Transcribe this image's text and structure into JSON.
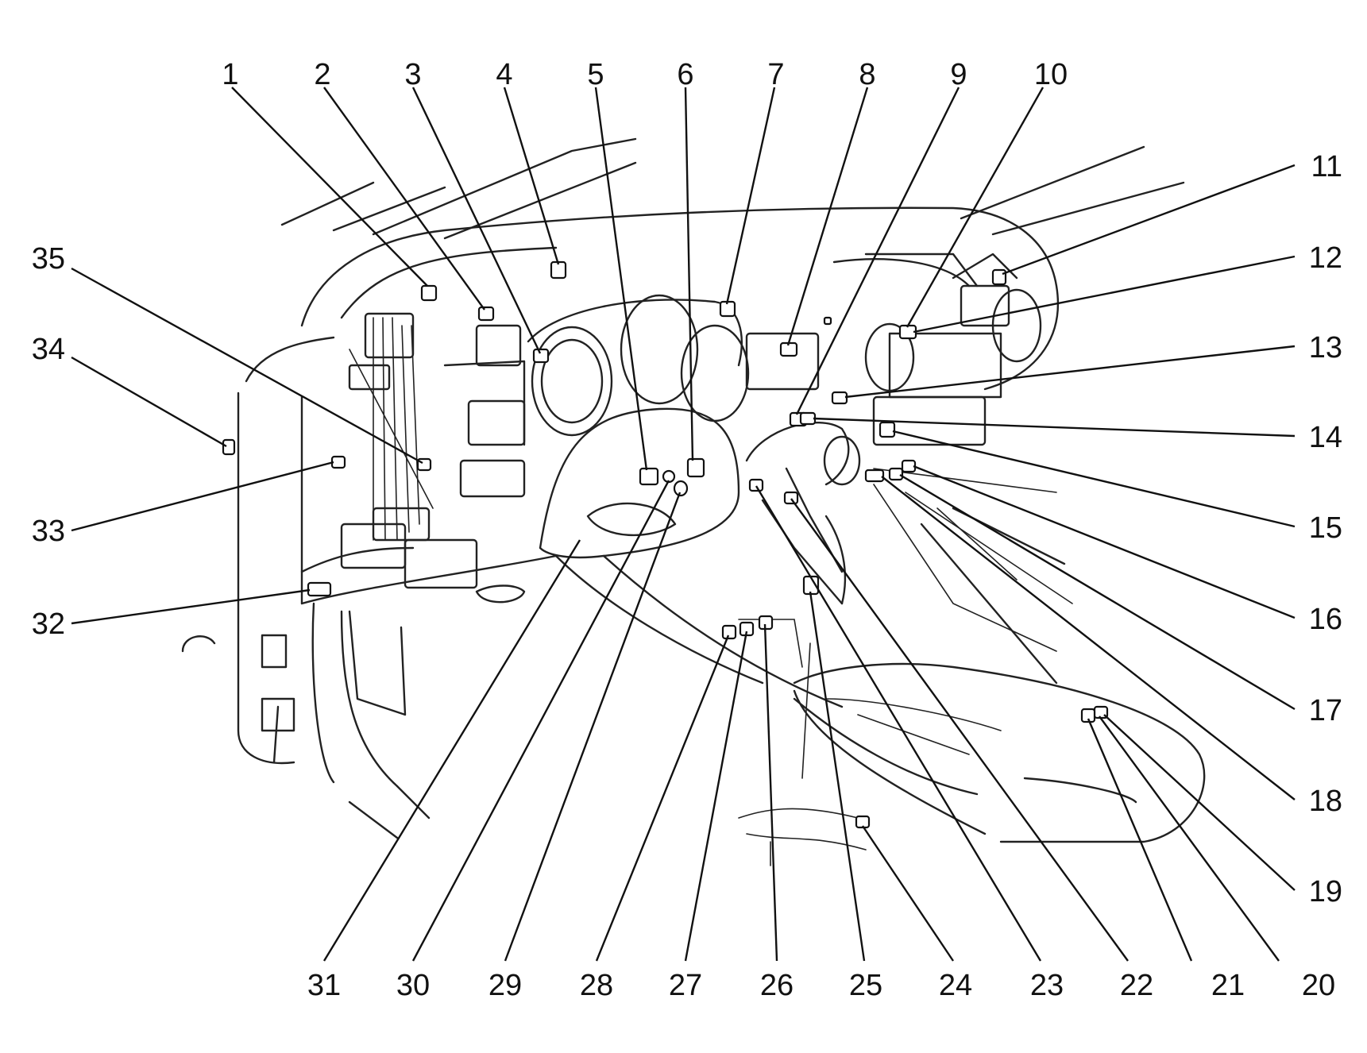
{
  "callouts": [
    "1",
    "2",
    "3",
    "4",
    "5",
    "6",
    "7",
    "8",
    "9",
    "10",
    "11",
    "12",
    "13",
    "14",
    "15",
    "16",
    "17",
    "18",
    "19",
    "20",
    "21",
    "22",
    "23",
    "24",
    "25",
    "26",
    "27",
    "28",
    "29",
    "30",
    "31",
    "32",
    "33",
    "34",
    "35"
  ]
}
